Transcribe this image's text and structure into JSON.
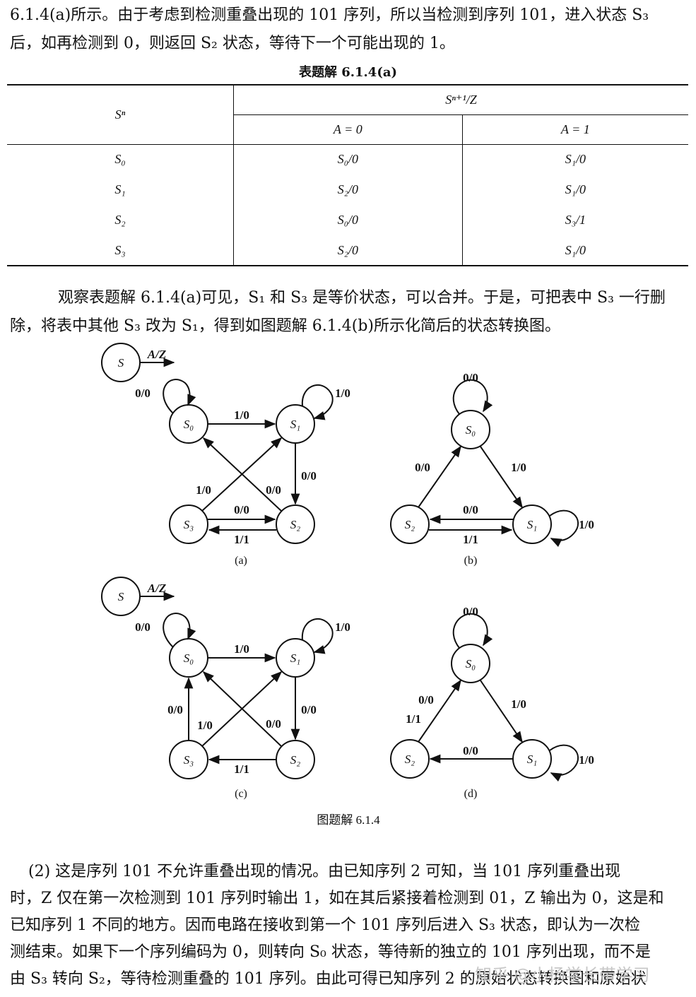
{
  "top_text": {
    "line1": "6.1.4(a)所示。由于考虑到检测重叠出现的 101 序列，所以当检测到序列 101，进入状态 S₃",
    "line2": "后，如再检测到 0，则返回 S₂ 状态，等待下一个可能出现的 1。"
  },
  "table": {
    "caption": "表题解 6.1.4(a)",
    "header_state": "Sⁿ",
    "header_next": "Sⁿ⁺¹/Z",
    "col_a0": "A = 0",
    "col_a1": "A = 1",
    "rows": [
      {
        "state": "S₀",
        "a0": "S₀/0",
        "a1": "S₁/0"
      },
      {
        "state": "S₁",
        "a0": "S₂/0",
        "a1": "S₁/0"
      },
      {
        "state": "S₂",
        "a0": "S₀/0",
        "a1": "S₃/1"
      },
      {
        "state": "S₃",
        "a0": "S₂/0",
        "a1": "S₁/0"
      }
    ]
  },
  "mid_text": {
    "line1": "观察表题解 6.1.4(a)可见，S₁ 和 S₃ 是等价状态，可以合并。于是，可把表中 S₃ 一行删",
    "line2": "除，将表中其他 S₃ 改为 S₁，得到如图题解 6.1.4(b)所示化简后的状态转换图。"
  },
  "diagrams": {
    "legend_state": "S",
    "legend_io": "A/Z",
    "states": {
      "s0": "S₀",
      "s1": "S₁",
      "s2": "S₂",
      "s3": "S₃"
    },
    "a": {
      "caption": "(a)",
      "labels": {
        "s0_self": "0/0",
        "s1_self": "1/0",
        "s0_s1": "1/0",
        "s1_s2": "0/0",
        "s3_s1": "1/0",
        "s2_s0": "0/0",
        "s3_s2": "0/0",
        "s2_s3": "1/1"
      }
    },
    "b": {
      "caption": "(b)",
      "labels": {
        "s0_self": "0/0",
        "s2_s0": "0/0",
        "s0_s1": "1/0",
        "s1_s2": "0/0",
        "s2_s1": "1/1",
        "s1_self": "1/0"
      }
    },
    "c": {
      "caption": "(c)",
      "labels": {
        "s0_self": "0/0",
        "s1_self": "1/0",
        "s0_s1": "1/0",
        "s1_s2": "0/0",
        "s3_s0": "0/0",
        "s3_s1": "1/0",
        "s2_s0": "0/0",
        "s2_s3": "1/1"
      }
    },
    "d": {
      "caption": "(d)",
      "labels": {
        "s0_self": "0/0",
        "s2_s0_a": "0/0",
        "s2_s0_b": "1/1",
        "s0_s1": "1/0",
        "s1_s2": "0/0",
        "s1_self": "1/0"
      }
    },
    "figure_caption": "图题解 6.1.4"
  },
  "bottom_text": {
    "line1": "(2) 这是序列 101 不允许重叠出现的情况。由已知序列 2 可知，当 101 序列重叠出现",
    "line2": "时，Z 仅在第一次检测到 101 序列时输出 1，如在其后紧接着检测到 01，Z 输出为 0，这是和",
    "line3": "已知序列 1 不同的地方。因而电路在接收到第一个 101 序列后进入 S₃ 状态，即认为一次检",
    "line4": "测结束。如果下一个序列编码为 0，则转向 S₀ 状态，等待新的独立的 101 序列出现，而不是",
    "line5": "由 S₃ 转向 S₂，等待检测重叠的 101 序列。由此可得已知序列 2 的原始状态转换图和原始状"
  },
  "watermark": "知乎 @小杨学长带学习"
}
